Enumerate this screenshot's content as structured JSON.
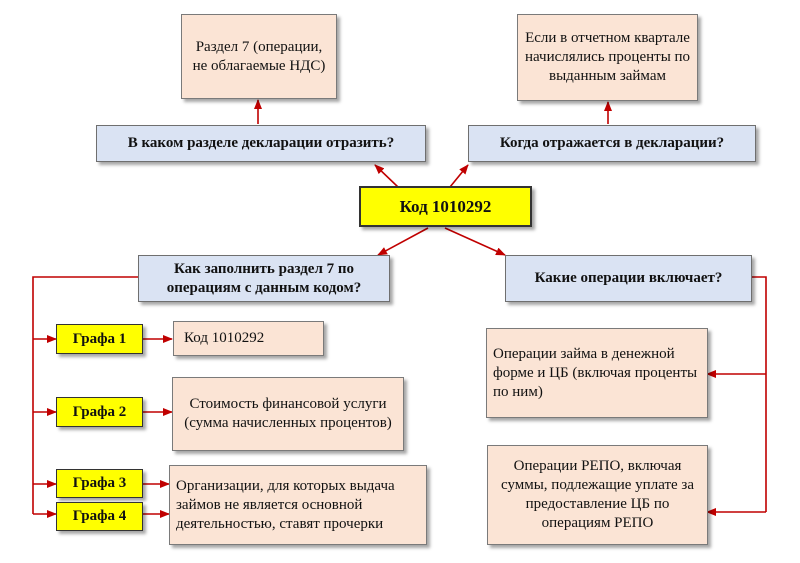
{
  "center": {
    "label": "Код 1010292"
  },
  "questions": {
    "section": "В каком разделе декларации отразить?",
    "when": "Когда отражается в декларации?",
    "how_fill": "Как заполнить раздел 7 по операциям с данным кодом?",
    "operations": "Какие операции включает?"
  },
  "answers": {
    "section": "Раздел 7 (операции, не облагаемые НДС)",
    "when": "Если в отчетном квартале начислялись проценты по выданным займам"
  },
  "columns": [
    {
      "label": "Графа 1",
      "text": "Код 1010292"
    },
    {
      "label": "Графа 2",
      "text": "Стоимость финансовой услуги (сумма начисленных процентов)"
    },
    {
      "label": "Графа 3"
    },
    {
      "label": "Графа 4"
    }
  ],
  "columns_34_text": "Организации, для которых выдача займов не является основной деятельностью, ставят прочерки",
  "operations": [
    "Операции займа в денежной форме и ЦБ (включая проценты по ним)",
    "Операции РЕПО, включая суммы, подлежащие уплате за предоставление ЦБ по операциям РЕПО"
  ],
  "colors": {
    "arrow": "#c00000",
    "code_fill": "#ffff00",
    "question_fill": "#dae3f3",
    "note_fill": "#fbe4d5"
  }
}
